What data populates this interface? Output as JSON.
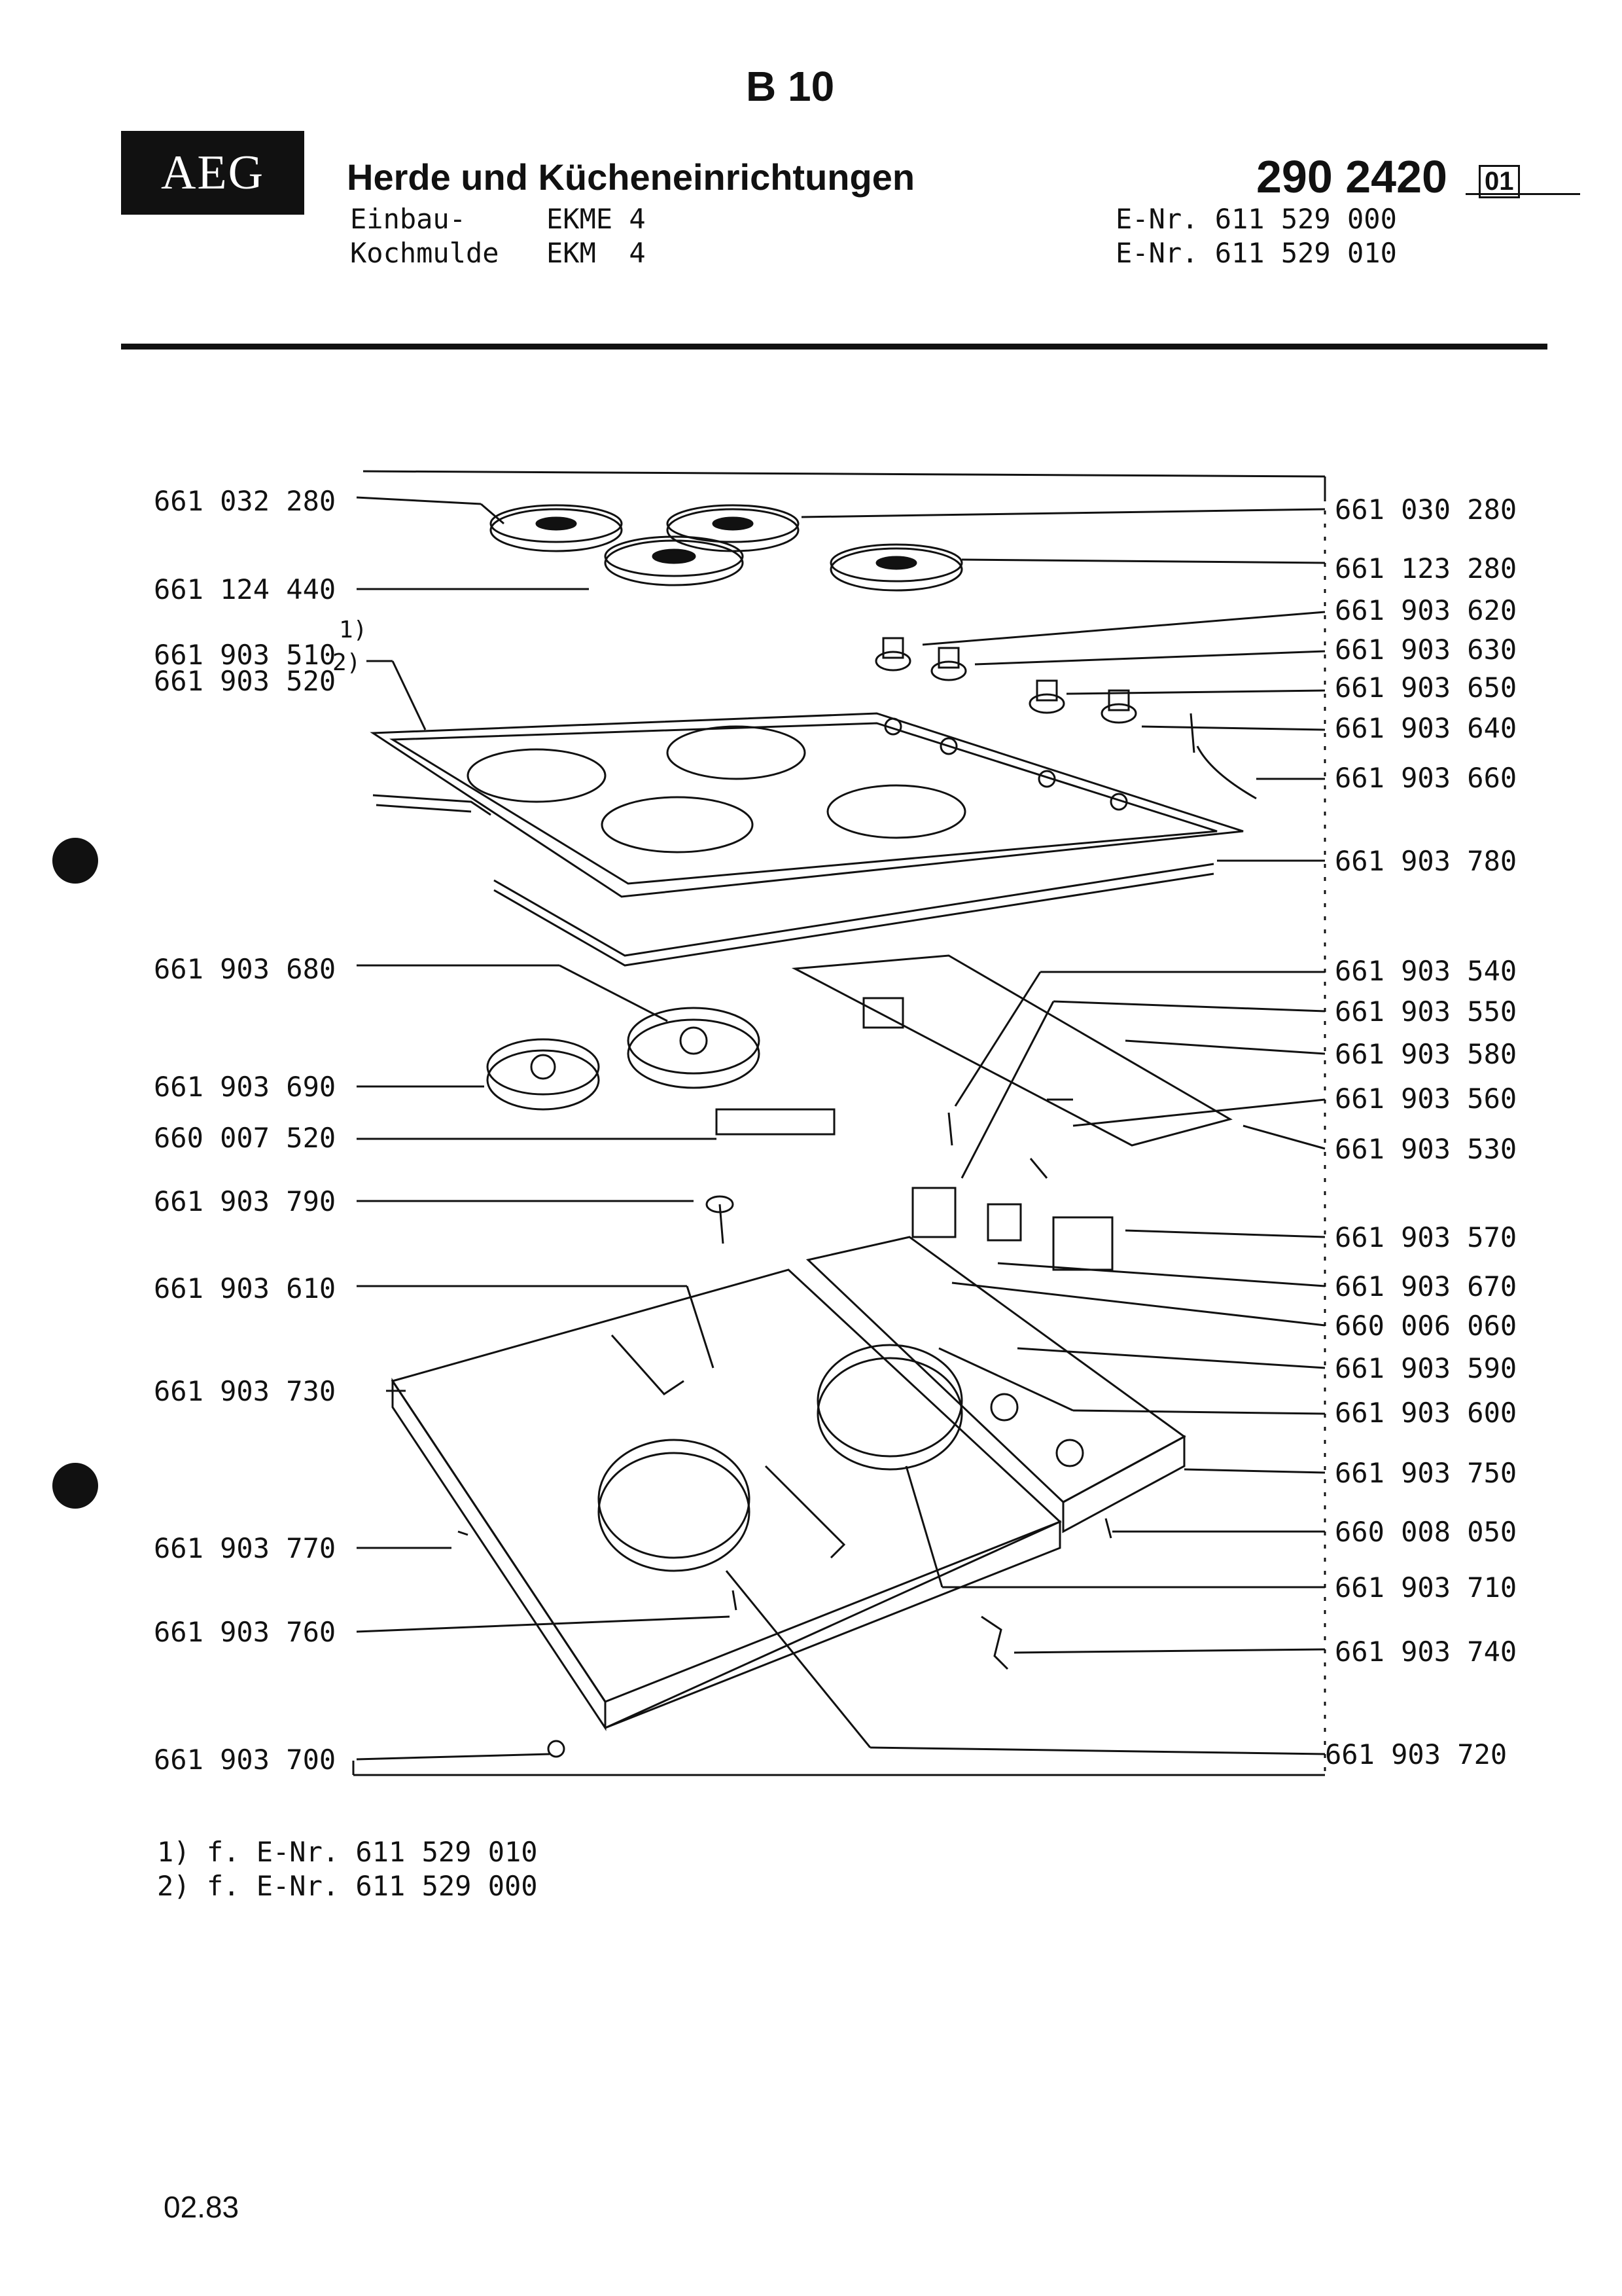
{
  "header": {
    "brand": "AEG",
    "sheet_code": "B 10",
    "title": "Herde und Kücheneinrichtungen",
    "model_line_1_label": "Einbau-",
    "model_line_1_value": "EKME 4",
    "model_line_2_label": "Kochmulde",
    "model_line_2_value": "EKM  4",
    "enr_1": "E-Nr. 611 529 000",
    "enr_2": "E-Nr. 611 529 010",
    "doc_number": "290 2420",
    "doc_revision": "01"
  },
  "parts_left": [
    "661 032 280",
    "661 124 440",
    "661 903 510",
    "661 903 520",
    "661 903 680",
    "661 903 690",
    "660 007 520",
    "661 903 790",
    "661 903 610",
    "661 903 730",
    "661 903 770",
    "661 903 760",
    "661 903 700"
  ],
  "footnote_marks": [
    "1)",
    "2)"
  ],
  "parts_right": [
    "661 030 280",
    "661 123 280",
    "661 903 620",
    "661 903 630",
    "661 903 650",
    "661 903 640",
    "661 903 660",
    "661 903 780",
    "661 903 540",
    "661 903 550",
    "661 903 580",
    "661 903 560",
    "661 903 530",
    "661 903 570",
    "661 903 670",
    "660 006 060",
    "661 903 590",
    "661 903 600",
    "661 903 750",
    "660 008 050",
    "661 903 710",
    "661 903 740",
    "661 903 720"
  ],
  "footnotes": [
    "1) f. E-Nr. 611 529 010",
    "2) f. E-Nr. 611 529 000"
  ],
  "date": "02.83"
}
